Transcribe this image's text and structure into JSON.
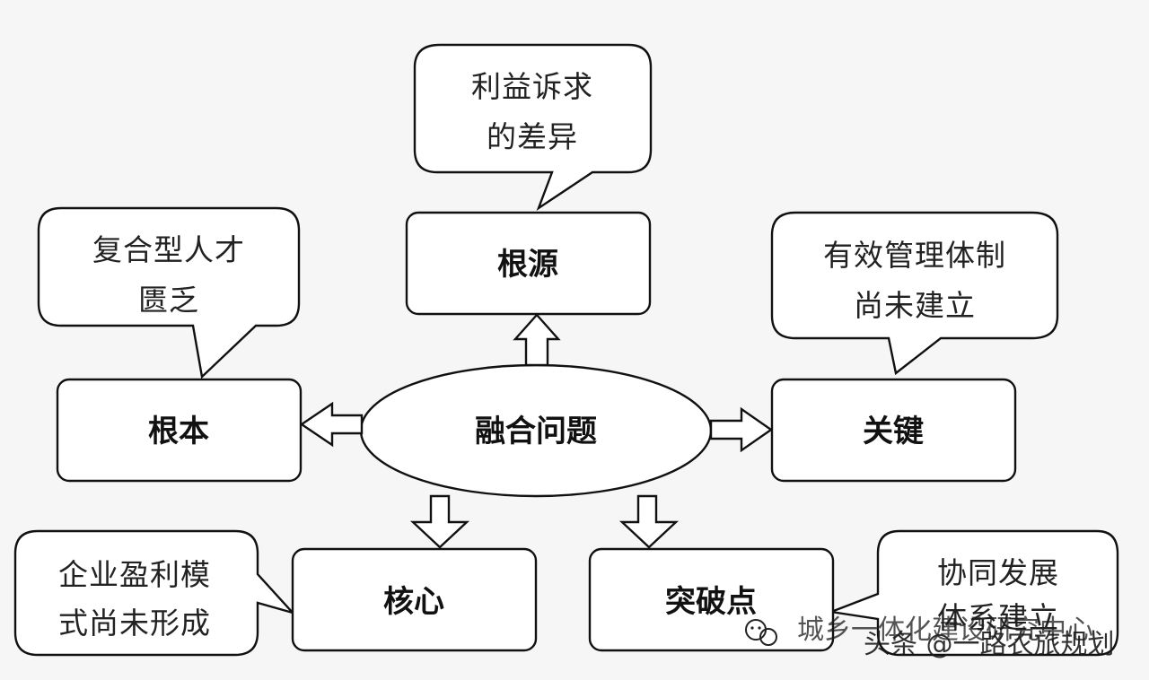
{
  "diagram": {
    "center": "融合问题",
    "nodes": {
      "top": {
        "label": "根源",
        "bubble": [
          "利益诉求",
          "的差异"
        ]
      },
      "left": {
        "label": "根本",
        "bubble": [
          "复合型人才",
          "匮乏"
        ]
      },
      "right": {
        "label": "关键",
        "bubble": [
          "有效管理体制",
          "尚未建立"
        ]
      },
      "bottom_left": {
        "label": "核心",
        "bubble": [
          "企业盈利模",
          "式尚未形成"
        ]
      },
      "bottom_right": {
        "label": "突破点",
        "bubble": [
          "协同发展",
          "体系建立"
        ]
      }
    }
  },
  "watermark": {
    "line1": "城乡一体化建设研究中心",
    "line2": "头条 @一路农旅规划"
  }
}
